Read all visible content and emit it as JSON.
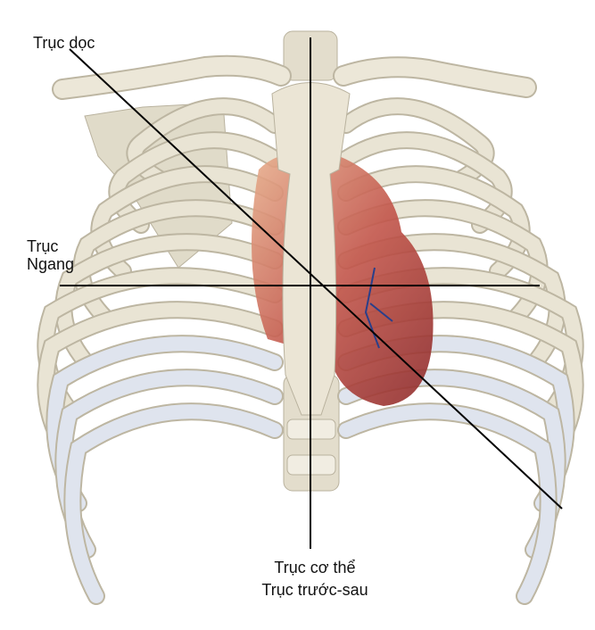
{
  "labels": {
    "longitudinal_axis": "Trục dọc",
    "horizontal_axis_line1": "Trục",
    "horizontal_axis_line2": "Ngang",
    "body_axis": "Trục cơ thể",
    "anteroposterior_axis": "Trục trước-sau"
  },
  "colors": {
    "bone": "#e9e4d4",
    "bone_shadow": "#bdb6a2",
    "cartilage": "#dfe4ee",
    "heart": "#b8453a",
    "axis_line": "#000000"
  }
}
